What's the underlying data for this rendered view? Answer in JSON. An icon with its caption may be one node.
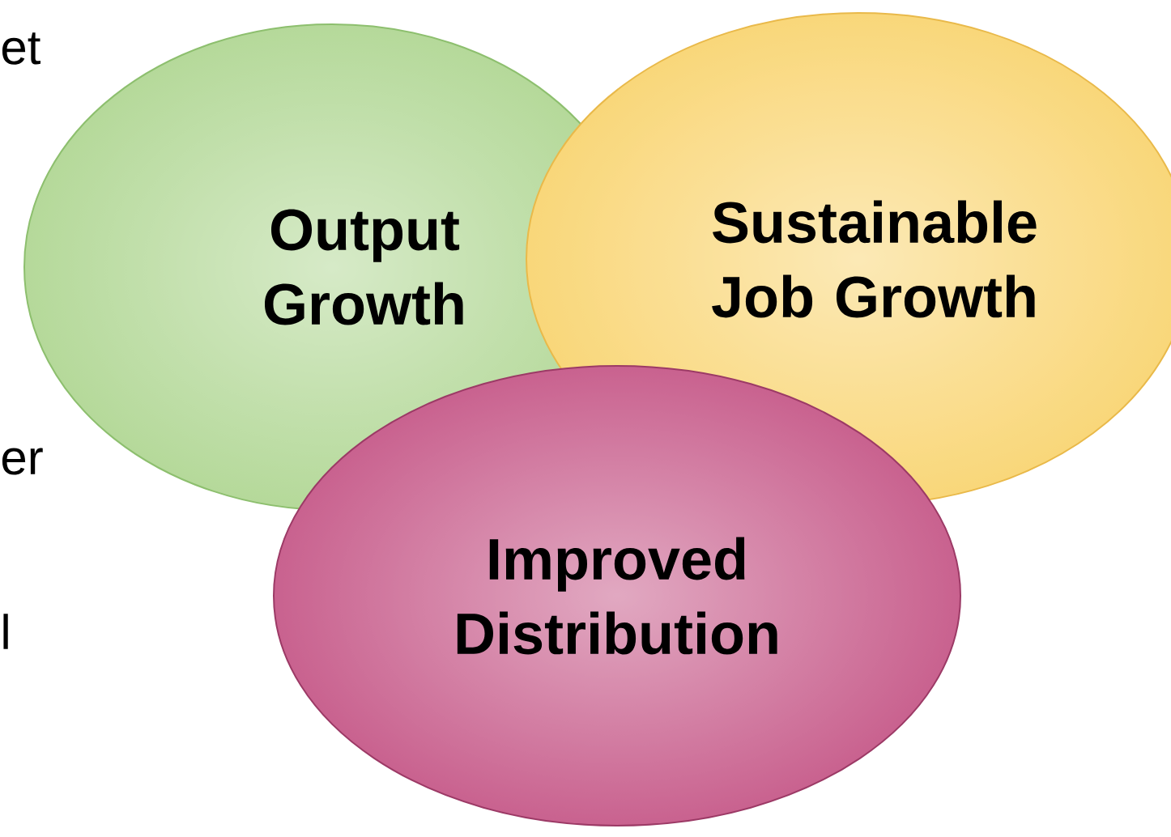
{
  "diagram": {
    "nodes": [
      {
        "text": [
          "Output Growth"
        ]
      },
      {
        "text": [
          "Sustainable Job Growth"
        ]
      },
      {
        "text": [
          "Improved Distribution"
        ]
      }
    ],
    "labels": [
      "et",
      "er",
      "l"
    ]
  }
}
